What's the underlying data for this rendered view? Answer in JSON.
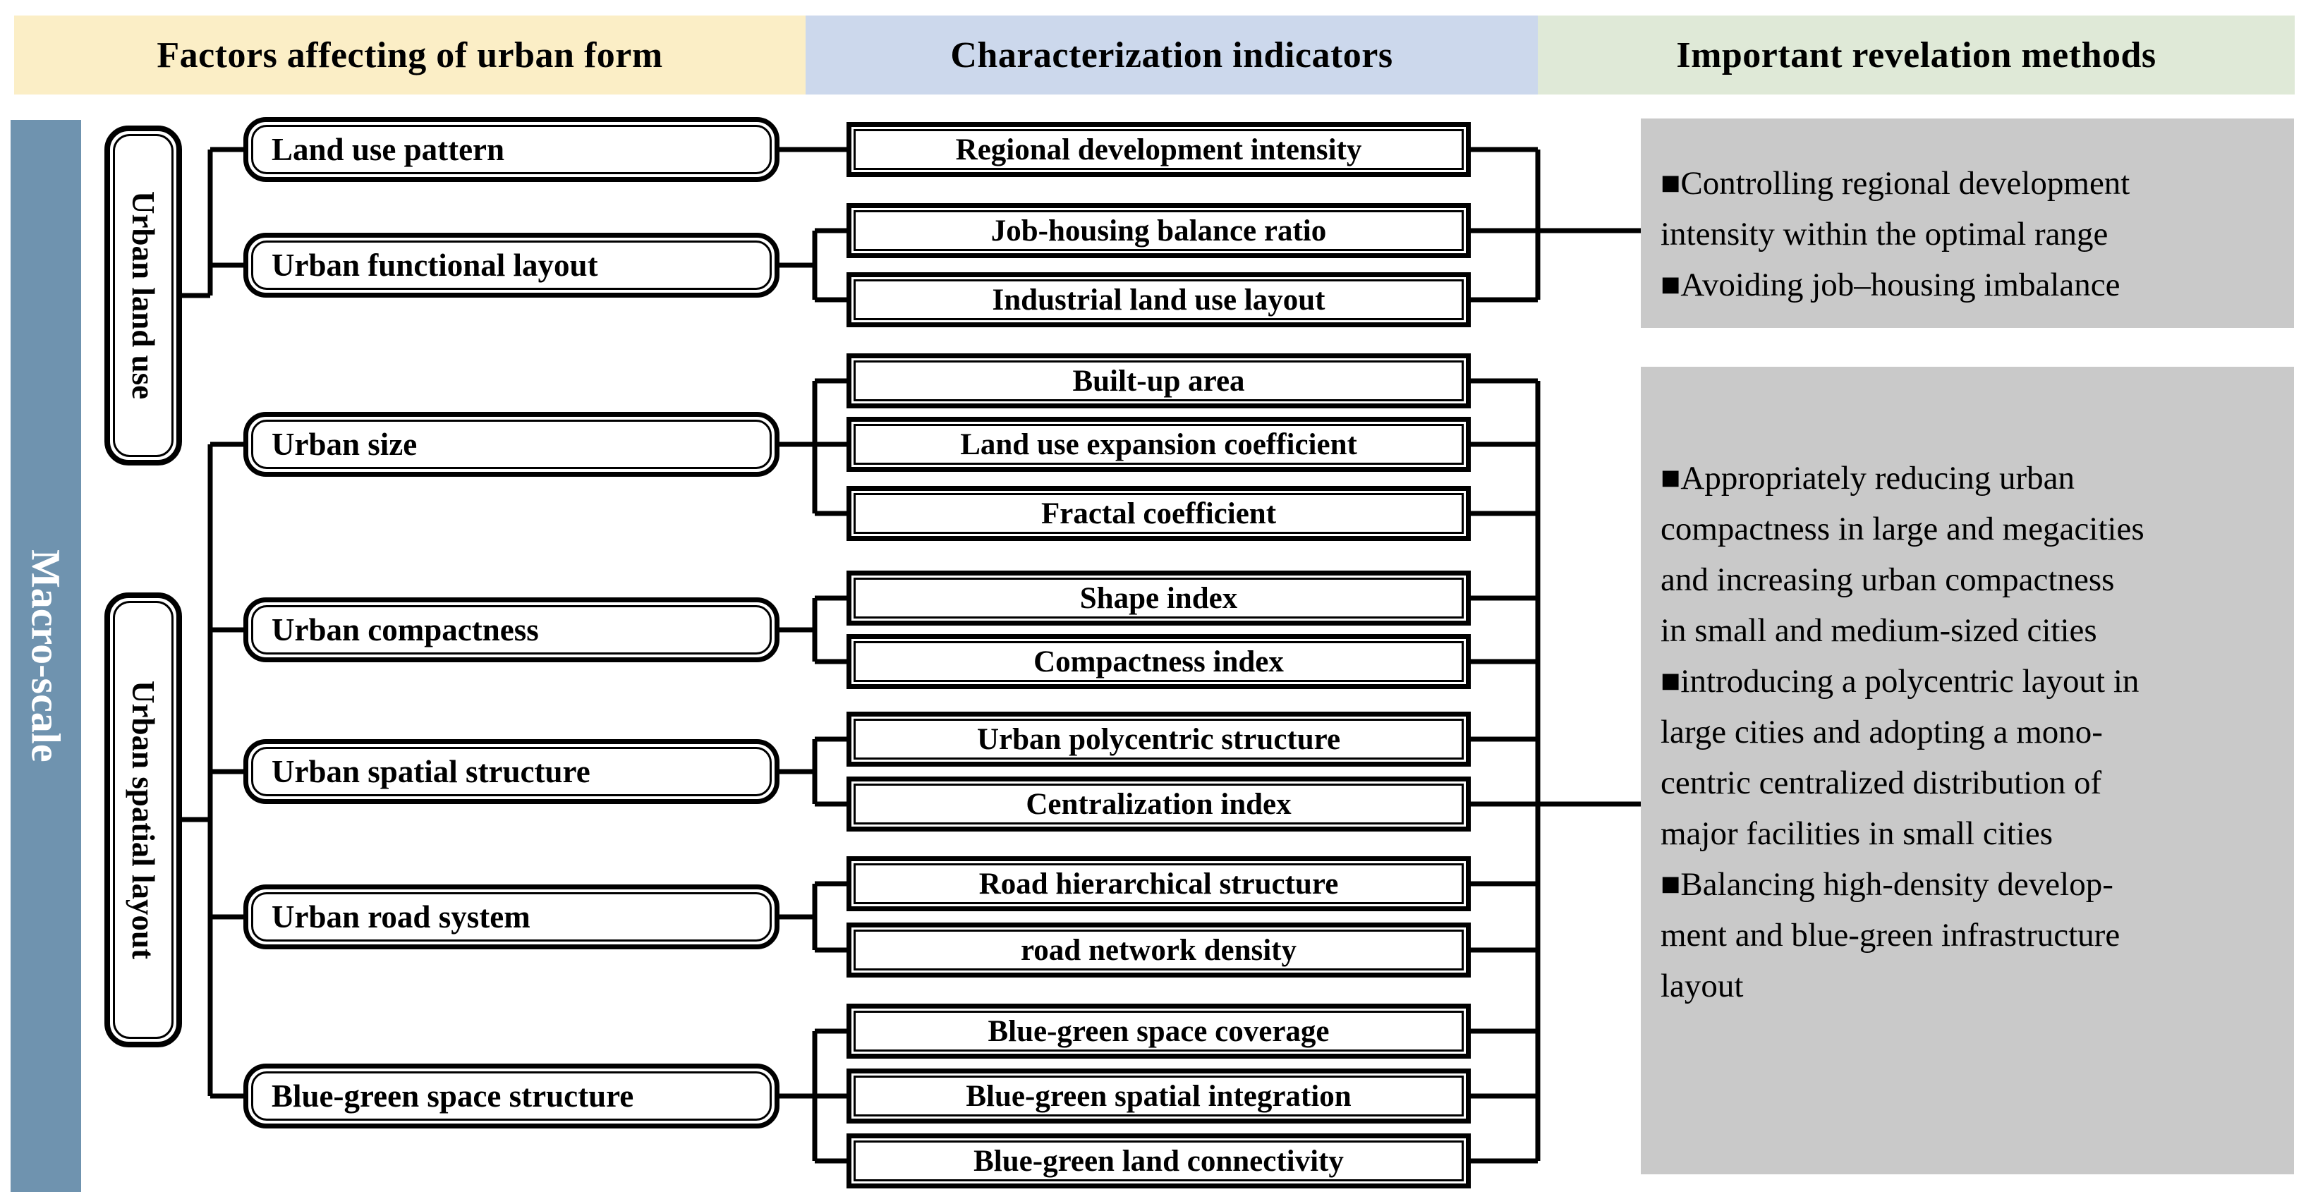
{
  "headers": {
    "factors": "Factors affecting of urban form",
    "indicators": "Characterization indicators",
    "methods": "Important revelation methods"
  },
  "scale_label": "Macro-scale",
  "groups": [
    {
      "label": "Urban land use"
    },
    {
      "label": "Urban spatial layout"
    }
  ],
  "factors": [
    {
      "label": "Land use pattern"
    },
    {
      "label": "Urban functional layout"
    },
    {
      "label": "Urban size"
    },
    {
      "label": "Urban compactness"
    },
    {
      "label": "Urban spatial structure"
    },
    {
      "label": "Urban road system"
    },
    {
      "label": "Blue-green space structure"
    }
  ],
  "indicators": [
    {
      "label": "Regional development intensity"
    },
    {
      "label": "Job-housing balance ratio"
    },
    {
      "label": "Industrial land use layout"
    },
    {
      "label": "Built-up area"
    },
    {
      "label": "Land use expansion coefficient"
    },
    {
      "label": "Fractal coefficient"
    },
    {
      "label": "Shape index"
    },
    {
      "label": "Compactness index"
    },
    {
      "label": "Urban polycentric structure"
    },
    {
      "label": "Centralization index"
    },
    {
      "label": "Road hierarchical structure"
    },
    {
      "label": "road network density"
    },
    {
      "label": "Blue-green space coverage"
    },
    {
      "label": "Blue-green spatial integration"
    },
    {
      "label": "Blue-green land connectivity"
    }
  ],
  "panels": [
    {
      "lines": [
        "■Controlling regional development",
        "intensity within the optimal range",
        "■Avoiding job–housing imbalance"
      ]
    },
    {
      "lines": [
        "■Appropriately reducing urban",
        "compactness in large and megacities",
        "and increasing urban compactness",
        "in small and medium-sized cities",
        "■introducing a polycentric layout in",
        "large cities and adopting a mono-",
        "centric centralized distribution of",
        "major facilities in small cities",
        "■Balancing high-density develop-",
        "ment and blue-green infrastructure",
        "layout"
      ]
    }
  ],
  "colors": {
    "header_yellow": "#fbeec6",
    "header_blue": "#ccd8ec",
    "header_green": "#dfe9d7",
    "macro_bar": "#6f93af",
    "panel_gray": "#c9c9c9",
    "line_black": "#000000",
    "box_white": "#ffffff"
  }
}
